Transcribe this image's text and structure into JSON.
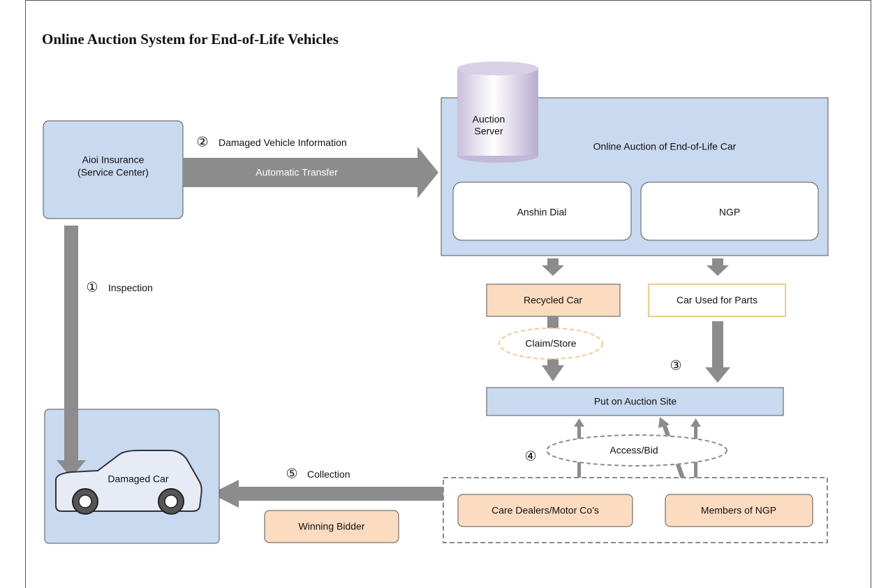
{
  "title": "Online Auction System for End-of-Life Vehicles",
  "nodes": {
    "aioi": {
      "line1": "Aioi Insurance",
      "line2": "(Service Center)"
    },
    "server": {
      "line1": "Auction",
      "line2": "Server"
    },
    "online_auction": "Online Auction of End-of-Life Car",
    "anshin": "Anshin Dial",
    "ngp": "NGP",
    "recycled_car": "Recycled Car",
    "parts_car": "Car Used for Parts",
    "claim_store": "Claim/Store",
    "auction_site": "Put on Auction Site",
    "access_bid": "Access/Bid",
    "dealers": "Care Dealers/Motor Co’s",
    "members": "Members of NGP",
    "winning_bidder": "Winning Bidder",
    "damaged_car": "Damaged Car"
  },
  "steps": {
    "s1": {
      "num": "①",
      "label": "Inspection"
    },
    "s2": {
      "num": "②",
      "label": "Damaged Vehicle Information"
    },
    "s2_sub": "Automatic Transfer",
    "s3": {
      "num": "③"
    },
    "s4": {
      "num": "④"
    },
    "s5": {
      "num": "⑤",
      "label": "Collection"
    }
  },
  "colors": {
    "blue_box": "#c9d9ef",
    "orange_box": "#fbdcc0",
    "orange_border": "#f5c98e",
    "arrow_gray": "#8c8c8c",
    "border": "#555555"
  }
}
